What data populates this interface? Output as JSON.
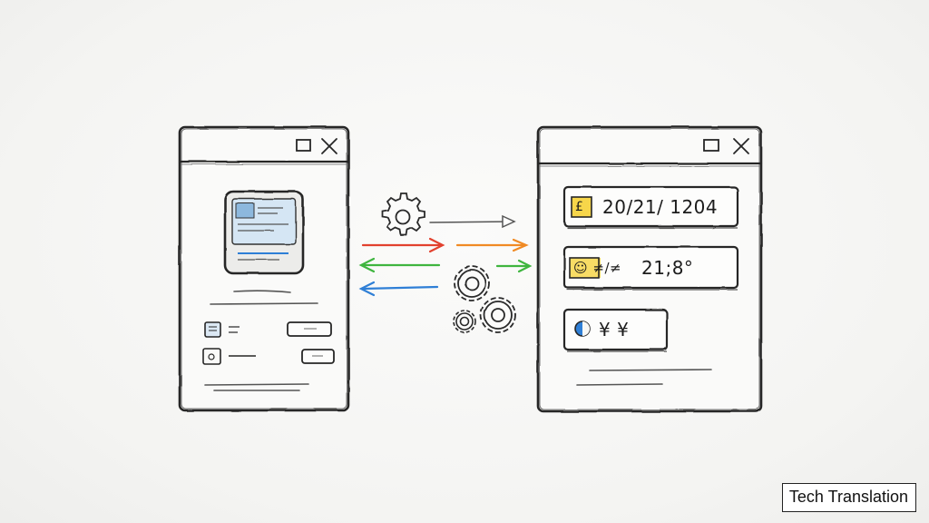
{
  "caption": "Tech Translation",
  "source_window": {
    "buttons": [
      "",
      ""
    ]
  },
  "target_window": {
    "fields": [
      {
        "icon": "£",
        "value": "20/21/ 1204"
      },
      {
        "icon": "☺ ≠/≠",
        "value": "21;8°"
      },
      {
        "icon": "◐",
        "value": "¥ ¥"
      }
    ]
  },
  "colors": {
    "ink": "#2a2a2a",
    "red": "#e2412e",
    "orange": "#f08a24",
    "green": "#3fb53f",
    "blue": "#2f7fd6",
    "highlight": "#f7d64a",
    "screen_blue": "#9fc6e6"
  },
  "icons": [
    "window-maximize-icon",
    "window-close-icon",
    "gear-icon",
    "arrow-right-icon",
    "arrow-left-icon",
    "globe-icon",
    "currency-icon"
  ]
}
